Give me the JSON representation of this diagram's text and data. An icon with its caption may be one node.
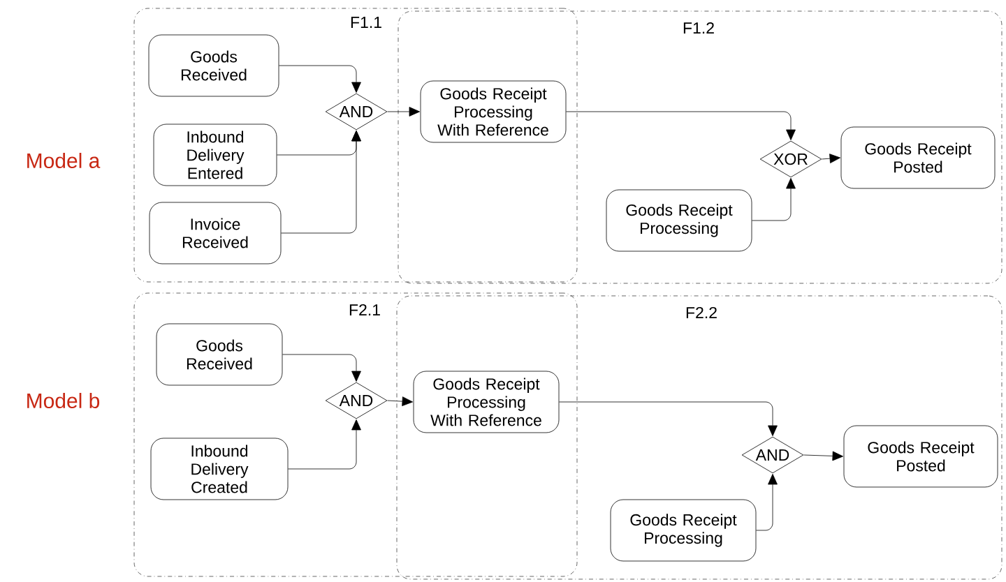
{
  "diagram": {
    "nodes": [
      {
        "text": [
          "F1.1"
        ]
      },
      {
        "text": [
          "Goods Received"
        ],
        "in": 0
      },
      {
        "text": [
          "Inbound Delivery Entered"
        ],
        "in": 0
      },
      {
        "text": [
          "Invoice Received"
        ],
        "in": 0
      },
      {
        "text": [
          "AND"
        ],
        "in": 0
      },
      {
        "text": [
          "F1.2"
        ]
      },
      {
        "text": [
          "Goods Receipt Processing With Reference"
        ]
      },
      {
        "text": [
          "XOR"
        ],
        "in": 5
      },
      {
        "text": [
          "Goods Receipt Processing"
        ],
        "in": 5
      },
      {
        "text": [
          "Goods Receipt Posted"
        ],
        "in": 5
      },
      {
        "text": [
          "F2.1"
        ]
      },
      {
        "text": [
          "Goods Received"
        ],
        "in": 10
      },
      {
        "text": [
          "Inbound Delivery Created"
        ],
        "in": 10
      },
      {
        "text": [
          "AND"
        ],
        "in": 10
      },
      {
        "text": [
          "F2.2"
        ]
      },
      {
        "text": [
          "Goods Receipt Processing With Reference"
        ]
      },
      {
        "text": [
          "AND"
        ],
        "in": 14
      },
      {
        "text": [
          "Goods Receipt Processing"
        ],
        "in": 14
      },
      {
        "text": [
          "Goods Receipt Posted"
        ],
        "in": 14
      }
    ],
    "edges": [
      {
        "from": 1,
        "to": 4,
        "arrow": "to"
      },
      {
        "from": 2,
        "to": 4,
        "arrow": "to"
      },
      {
        "from": 3,
        "to": 4,
        "arrow": "to"
      },
      {
        "from": 4,
        "to": 6,
        "arrow": "to"
      },
      {
        "from": 6,
        "to": 7,
        "arrow": "to"
      },
      {
        "from": 8,
        "to": 7,
        "arrow": "to"
      },
      {
        "from": 7,
        "to": 9,
        "arrow": "to"
      },
      {
        "from": 11,
        "to": 13,
        "arrow": "to"
      },
      {
        "from": 12,
        "to": 13,
        "arrow": "to"
      },
      {
        "from": 13,
        "to": 15,
        "arrow": "to"
      },
      {
        "from": 15,
        "to": 16,
        "arrow": "to"
      },
      {
        "from": 17,
        "to": 16,
        "arrow": "to"
      },
      {
        "from": 16,
        "to": 18,
        "arrow": "to"
      }
    ],
    "labels": [
      "Model a",
      "Model b"
    ]
  }
}
